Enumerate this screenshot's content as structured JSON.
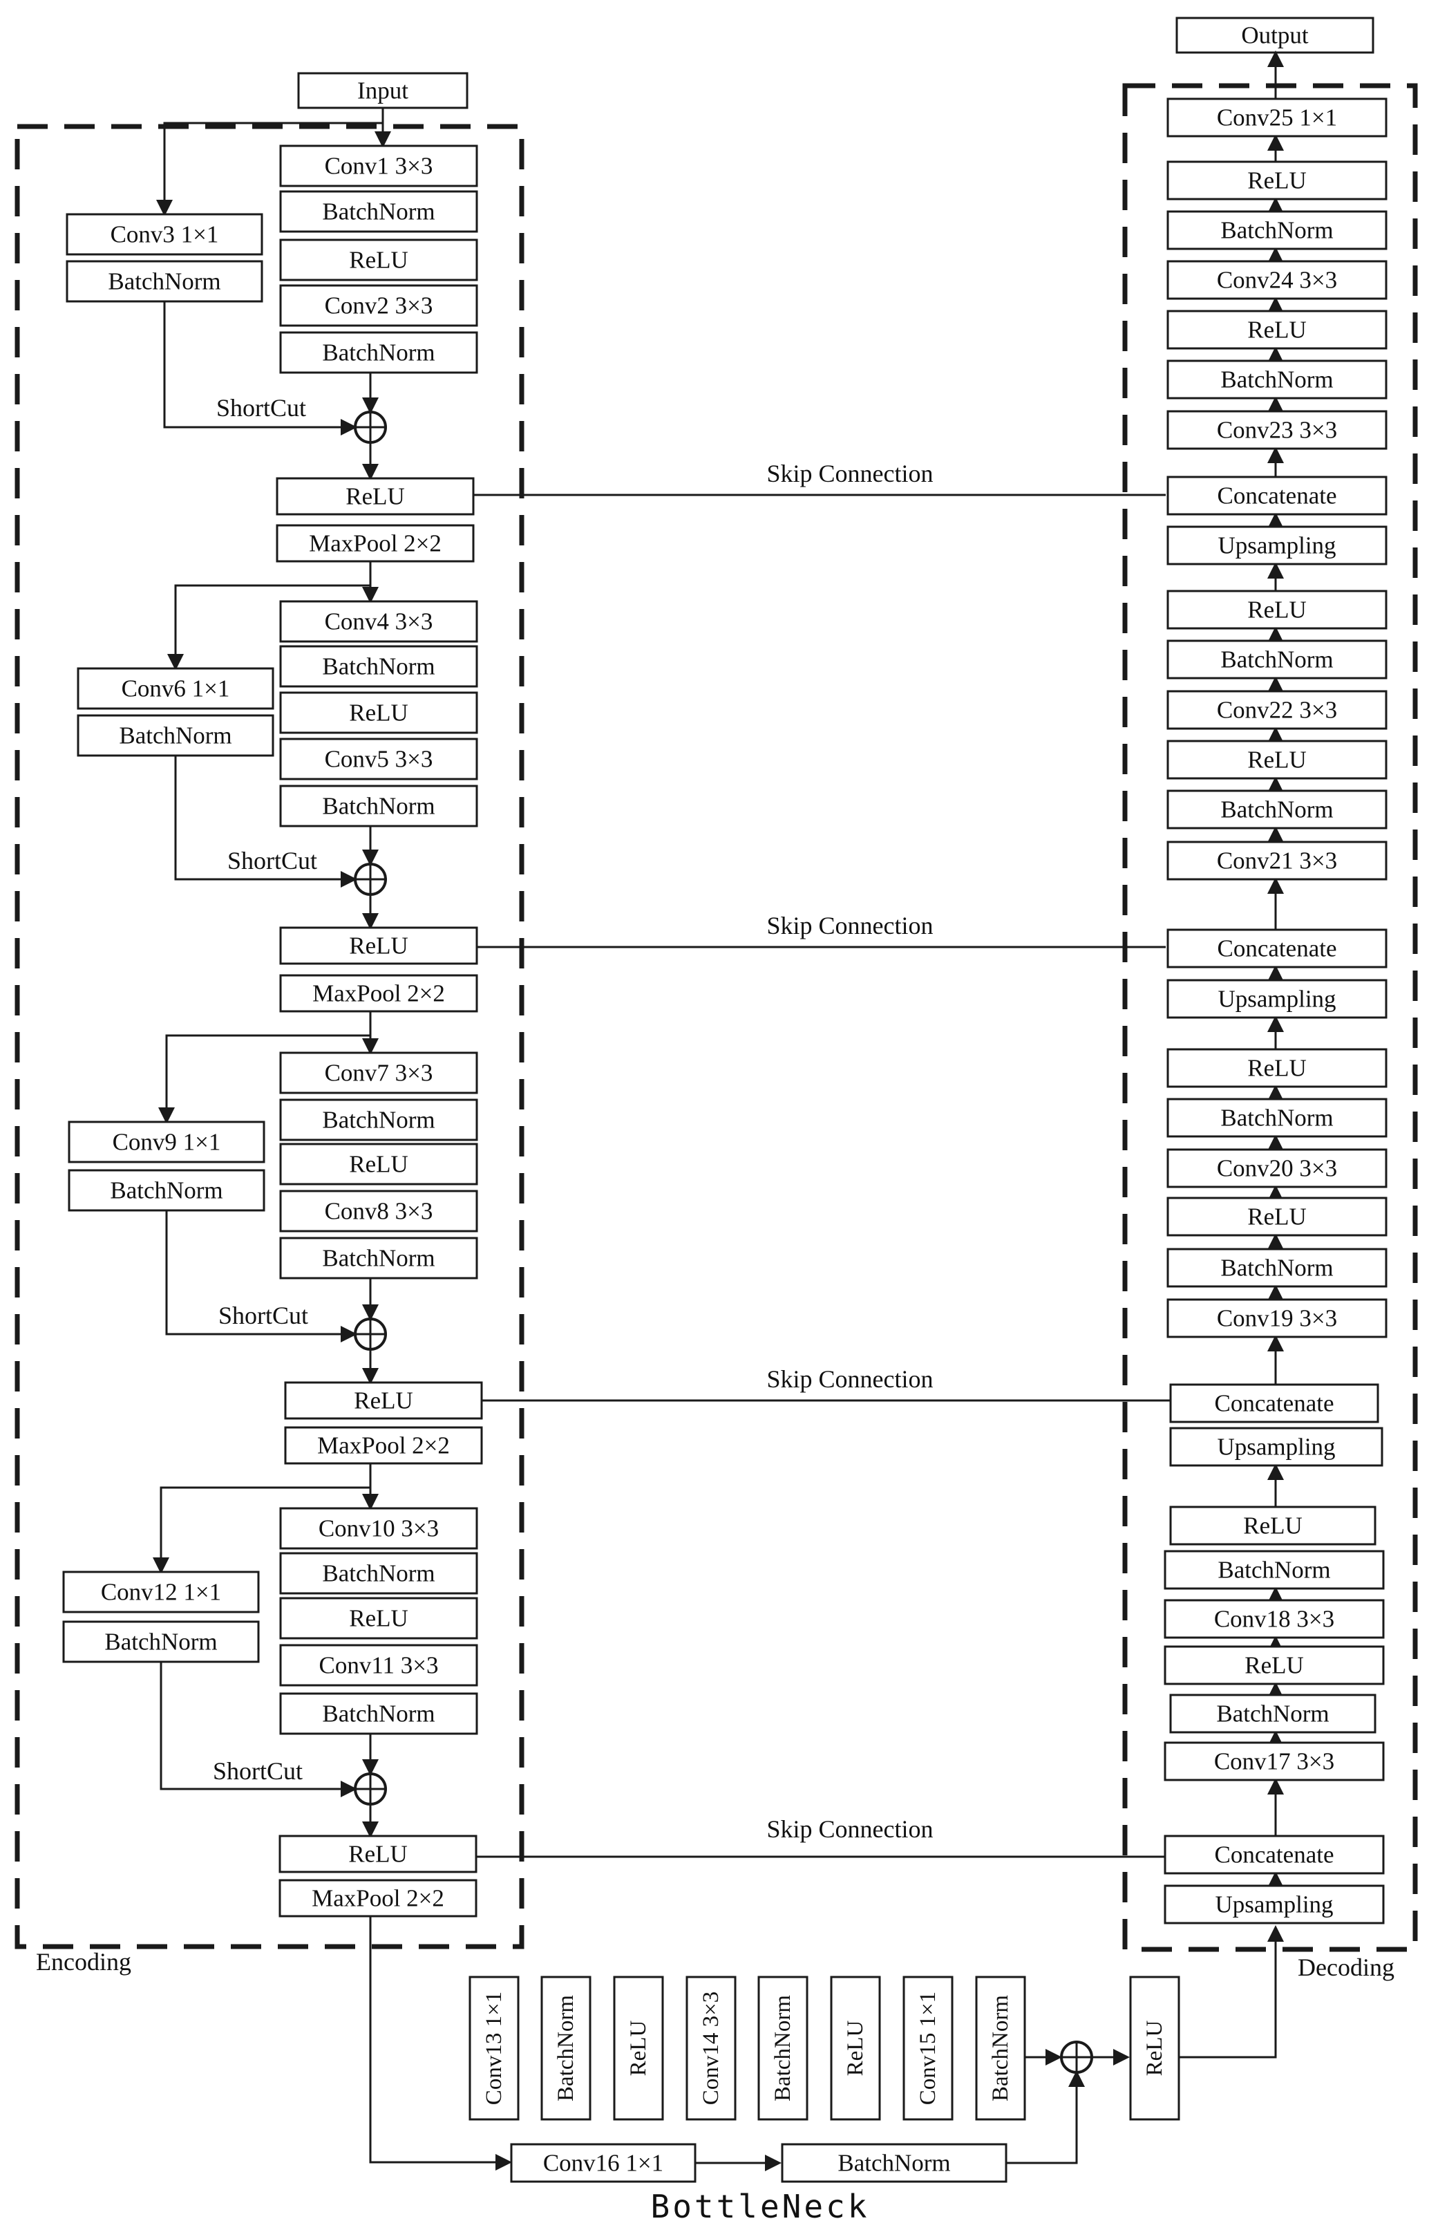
{
  "io": {
    "input": "Input",
    "output": "Output"
  },
  "regions": {
    "encoding": "Encoding",
    "decoding": "Decoding",
    "bottleneck": "BottleNeck"
  },
  "connections": {
    "shortcut": "ShortCut",
    "skip": "Skip Connection"
  },
  "encoder": [
    {
      "main": [
        "Conv1 3×3",
        "BatchNorm",
        "ReLU",
        "Conv2 3×3",
        "BatchNorm"
      ],
      "shortcut": [
        "Conv3 1×1",
        "BatchNorm"
      ],
      "out": [
        "ReLU",
        "MaxPool 2×2"
      ]
    },
    {
      "main": [
        "Conv4 3×3",
        "BatchNorm",
        "ReLU",
        "Conv5 3×3",
        "BatchNorm"
      ],
      "shortcut": [
        "Conv6 1×1",
        "BatchNorm"
      ],
      "out": [
        "ReLU",
        "MaxPool 2×2"
      ]
    },
    {
      "main": [
        "Conv7 3×3",
        "BatchNorm",
        "ReLU",
        "Conv8 3×3",
        "BatchNorm"
      ],
      "shortcut": [
        "Conv9 1×1",
        "BatchNorm"
      ],
      "out": [
        "ReLU",
        "MaxPool 2×2"
      ]
    },
    {
      "main": [
        "Conv10 3×3",
        "BatchNorm",
        "ReLU",
        "Conv11 3×3",
        "BatchNorm"
      ],
      "shortcut": [
        "Conv12 1×1",
        "BatchNorm"
      ],
      "out": [
        "ReLU",
        "MaxPool 2×2"
      ]
    }
  ],
  "bottleneck": {
    "main": [
      "Conv13 1×1",
      "BatchNorm",
      "ReLU",
      "Conv14 3×3",
      "BatchNorm",
      "ReLU",
      "Conv15 1×1",
      "BatchNorm"
    ],
    "shortcut": [
      "Conv16 1×1",
      "BatchNorm"
    ],
    "out": "ReLU"
  },
  "decoder": [
    "Conv25 1×1",
    "ReLU",
    "BatchNorm",
    "Conv24 3×3",
    "ReLU",
    "BatchNorm",
    "Conv23 3×3",
    "Concatenate",
    "Upsampling",
    "ReLU",
    "BatchNorm",
    "Conv22 3×3",
    "ReLU",
    "BatchNorm",
    "Conv21 3×3",
    "Concatenate",
    "Upsampling",
    "ReLU",
    "BatchNorm",
    "Conv20 3×3",
    "ReLU",
    "BatchNorm",
    "Conv19 3×3",
    "Concatenate",
    "Upsampling",
    "ReLU",
    "BatchNorm",
    "Conv18 3×3",
    "ReLU",
    "BatchNorm",
    "Conv17 3×3",
    "Concatenate",
    "Upsampling"
  ]
}
